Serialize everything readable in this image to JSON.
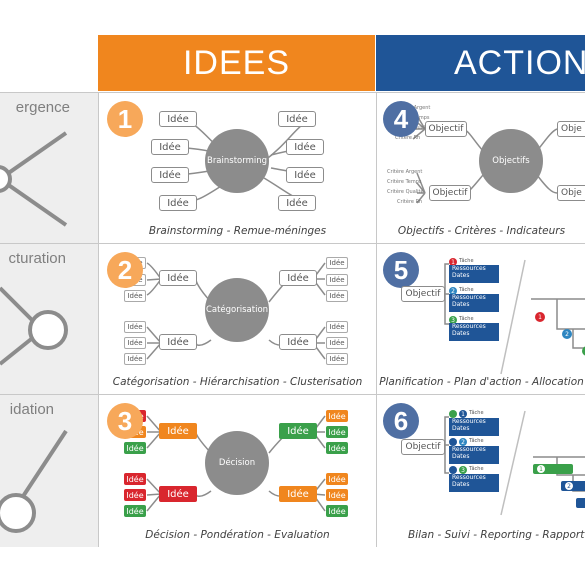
{
  "headers": {
    "idees": "IDEES",
    "actions": "ACTIONS"
  },
  "rows": [
    {
      "label": "ergence"
    },
    {
      "label": "cturation"
    },
    {
      "label": "idation"
    }
  ],
  "cells": {
    "c1": {
      "number": "1",
      "hub": "Brainstorming",
      "node": "Idée",
      "caption": "Brainstorming - Remue-méninges"
    },
    "c2": {
      "number": "2",
      "hub": "Catégorisation",
      "node": "Idée",
      "caption": "Catégorisation - Hiérarchisation - Clusterisation"
    },
    "c3": {
      "number": "3",
      "hub": "Décision",
      "node": "Idée",
      "caption": "Décision - Pondération - Evaluation"
    },
    "c4": {
      "number": "4",
      "hub": "Objectifs",
      "node": "Objectif",
      "node_cut": "Obje",
      "criteria": [
        "Critère Argent",
        "Critère Temps",
        "Critère Qualité",
        "Critère Rh"
      ],
      "caption": "Objectifs - Critères - Indicateurs"
    },
    "c5": {
      "number": "5",
      "node": "Objectif",
      "task": "Tâche",
      "task_lines": "Ressources Dates",
      "caption": "Planification - Plan d'action - Allocation"
    },
    "c6": {
      "number": "6",
      "node": "Objectif",
      "task": "Tâche",
      "task_lines": "Ressources Dates",
      "caption": "Bilan - Suivi - Reporting - Rapport d'"
    }
  },
  "colors": {
    "orange": "#f0861e",
    "blue": "#1f5597",
    "red": "#d9262e",
    "green": "#3aa04a",
    "grey": "#8c8c8c"
  }
}
